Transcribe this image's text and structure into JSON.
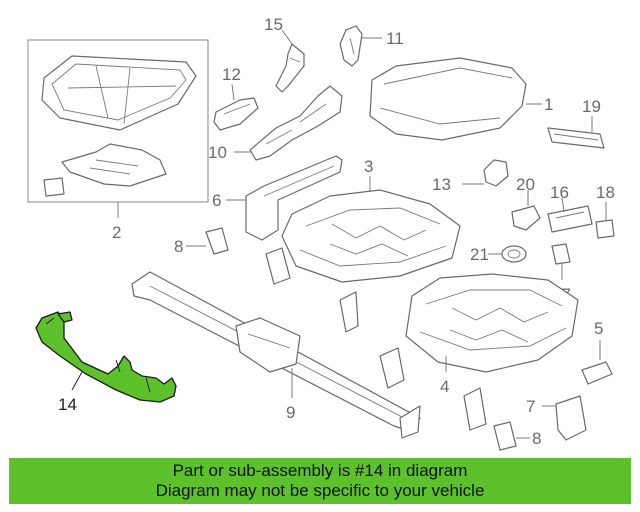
{
  "diagram": {
    "callouts": {
      "c1": "1",
      "c2": "2",
      "c3": "3",
      "c4": "4",
      "c5": "5",
      "c6": "6",
      "c7": "7",
      "c8a": "8",
      "c8b": "8",
      "c9": "9",
      "c10": "10",
      "c11": "11",
      "c12": "12",
      "c13": "13",
      "c14": "14",
      "c15": "15",
      "c16": "16",
      "c17": "17",
      "c18": "18",
      "c19": "19",
      "c20": "20",
      "c21": "21"
    },
    "highlighted_part": "14",
    "highlight_color": "#5cc12a"
  },
  "banner": {
    "line1": "Part or sub-assembly is #14 in diagram",
    "line2": "Diagram may not be specific to your vehicle",
    "color": "#5cc12a"
  }
}
